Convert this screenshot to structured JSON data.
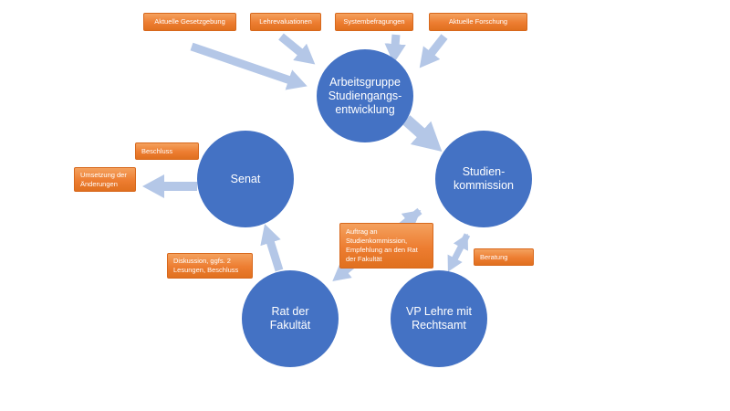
{
  "diagram": {
    "colors": {
      "node_fill": "#4472c4",
      "arrow_fill": "#b4c7e7",
      "tag_fill": "#ed7d31"
    },
    "nodes": {
      "arbeitsgruppe": "Arbeitsgruppe\nStudiengangs-\nentwicklung",
      "studienkommission": "Studien-\nkommission",
      "senat": "Senat",
      "rat_der_fakultaet": "Rat der\nFakultät",
      "vp_lehre": "VP Lehre mit\nRechtsamt"
    },
    "tags": {
      "gesetzgebung": "Aktuelle Gesetzgebung",
      "lehrevaluationen": "Lehrevaluationen",
      "systembefragungen": "Systembefragungen",
      "forschung": "Aktuelle Forschung",
      "beschluss": "Beschluss",
      "umsetzung": "Umsetzung der\nÄnderungen",
      "diskussion": "Diskussion, ggfs. 2\nLesungen, Beschluss",
      "auftrag": "Auftrag an\nStudienkommission,\nEmpfehlung an den Rat\nder Fakultät",
      "beratung": "Beratung"
    }
  }
}
